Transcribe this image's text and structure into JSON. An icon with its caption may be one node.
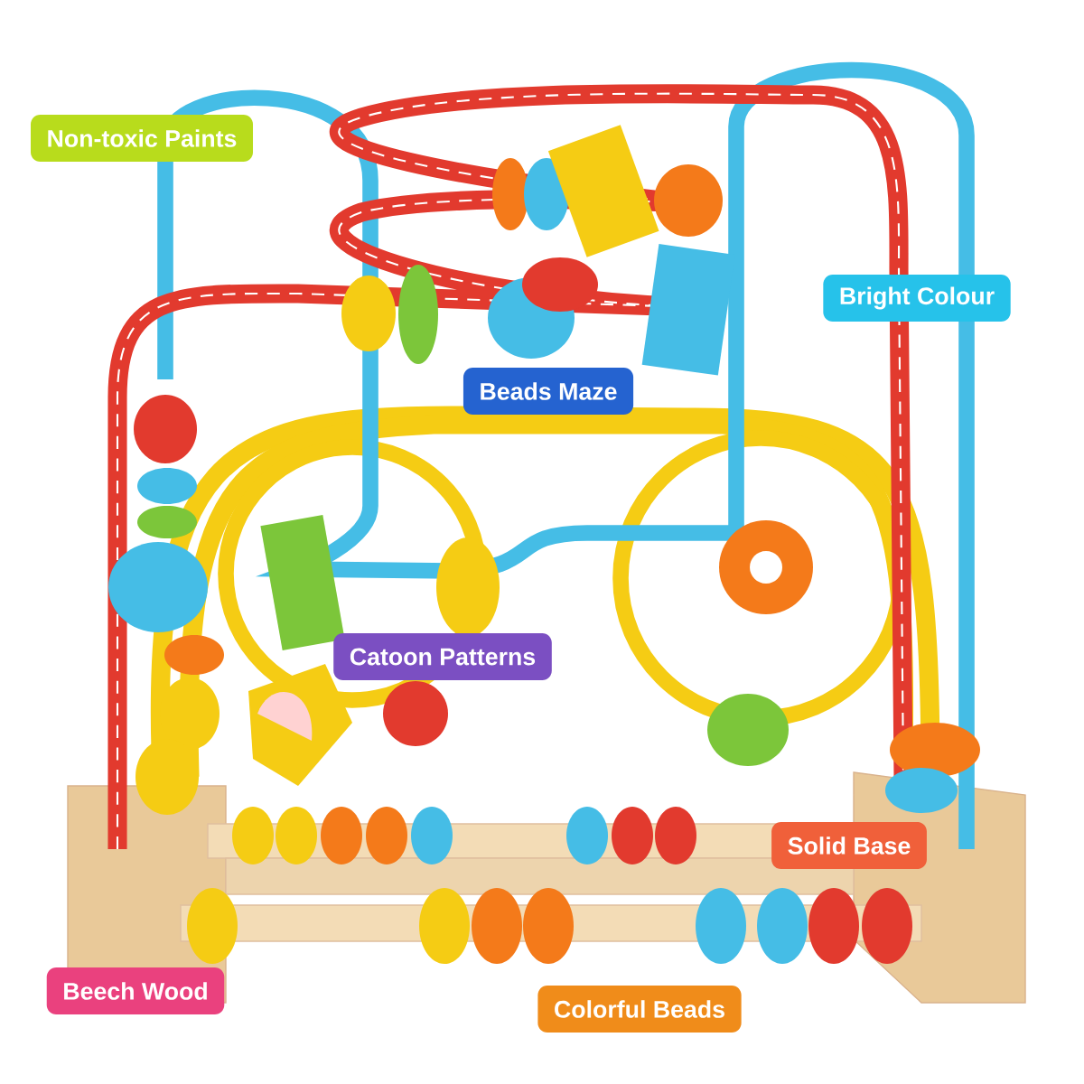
{
  "diagram": {
    "nodes": [
      {
        "text": [
          "Non-toxic Paints"
        ]
      },
      {
        "text": [
          "Bright Colour"
        ]
      },
      {
        "text": [
          "Beads Maze"
        ]
      },
      {
        "text": [
          "Catoon Patterns"
        ]
      },
      {
        "text": [
          "Solid Base"
        ]
      },
      {
        "text": [
          "Beech Wood"
        ]
      },
      {
        "text": [
          "Colorful Beads"
        ]
      }
    ]
  }
}
